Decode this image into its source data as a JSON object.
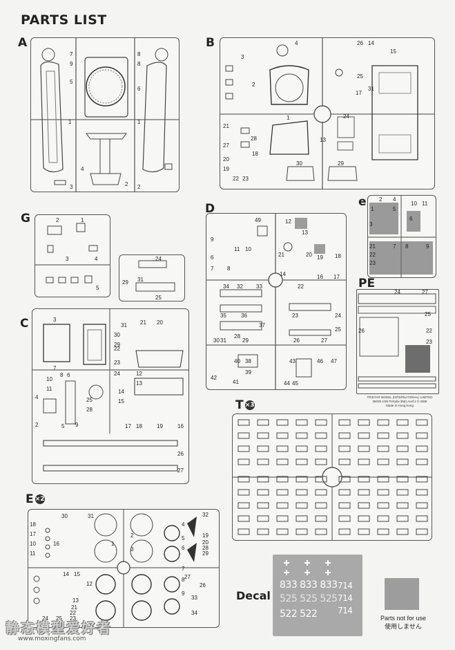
{
  "title": "PARTS LIST",
  "sections": {
    "A": "A",
    "B": "B",
    "G": "G",
    "D": "D",
    "e": "e",
    "PE": "PE",
    "C": "C",
    "T": "T",
    "T_mult": "×3",
    "E": "E",
    "E_mult": "×2"
  },
  "decal": {
    "label": "Decal",
    "rows": [
      "833 833 833",
      "525 525 525",
      "522 522"
    ],
    "side": [
      "714",
      "714",
      "714"
    ]
  },
  "parts_not_for_use": {
    "line1": "Parts not for use",
    "line2": "使用しません"
  },
  "pe_caption": {
    "line1": "TRISTAR MODEL (INTERNATIONAL) LIMITED",
    "line2": "35035 1/35 PzKpfw 35(t) Ausf.2 © 2008",
    "line3": "Made in Hong Kong"
  },
  "watermark": {
    "cn": "静态模型爱好者",
    "url": "www.moxingfans.com"
  },
  "part_numbers": {
    "A": [
      "7",
      "9",
      "8",
      "8",
      "5",
      "6",
      "4",
      "3",
      "2",
      "2",
      "1",
      "1"
    ],
    "B": [
      "4",
      "26",
      "14",
      "15",
      "25",
      "31",
      "17",
      "24",
      "13",
      "30",
      "29",
      "21",
      "27",
      "20",
      "19",
      "22",
      "23",
      "18",
      "28",
      "1",
      "1",
      "3",
      "2"
    ],
    "G": [
      "2",
      "1",
      "3",
      "4",
      "5"
    ],
    "D": [
      "49",
      "12",
      "13",
      "9",
      "11",
      "10",
      "20",
      "21",
      "19",
      "18",
      "14",
      "16",
      "17",
      "33",
      "34",
      "32",
      "35",
      "36",
      "22",
      "23",
      "24",
      "25",
      "26",
      "27",
      "28",
      "29",
      "30",
      "37",
      "31",
      "40",
      "38",
      "39",
      "41",
      "42",
      "43",
      "44",
      "45",
      "46",
      "47",
      "6",
      "7",
      "8"
    ],
    "C": [
      "3",
      "20",
      "21",
      "30",
      "10",
      "11",
      "12",
      "13",
      "14",
      "15",
      "16",
      "17",
      "18",
      "19",
      "22",
      "23",
      "24",
      "25",
      "26",
      "27",
      "28",
      "29",
      "31",
      "2",
      "4",
      "5",
      "6",
      "7",
      "8",
      "9"
    ],
    "E": [
      "18",
      "17",
      "10",
      "11",
      "16",
      "31",
      "32",
      "30",
      "2",
      "3",
      "4",
      "5",
      "6",
      "7",
      "8",
      "9",
      "13",
      "14",
      "15",
      "21",
      "22",
      "23",
      "24",
      "25",
      "26",
      "27",
      "28",
      "29",
      "33",
      "34",
      "1",
      "12",
      "19",
      "20"
    ],
    "e": [
      "2",
      "1",
      "4",
      "5",
      "10",
      "11",
      "6",
      "3",
      "21",
      "22",
      "23",
      "7",
      "8",
      "9"
    ],
    "PE": [
      "24",
      "27",
      "25",
      "26",
      "22",
      "23"
    ]
  }
}
